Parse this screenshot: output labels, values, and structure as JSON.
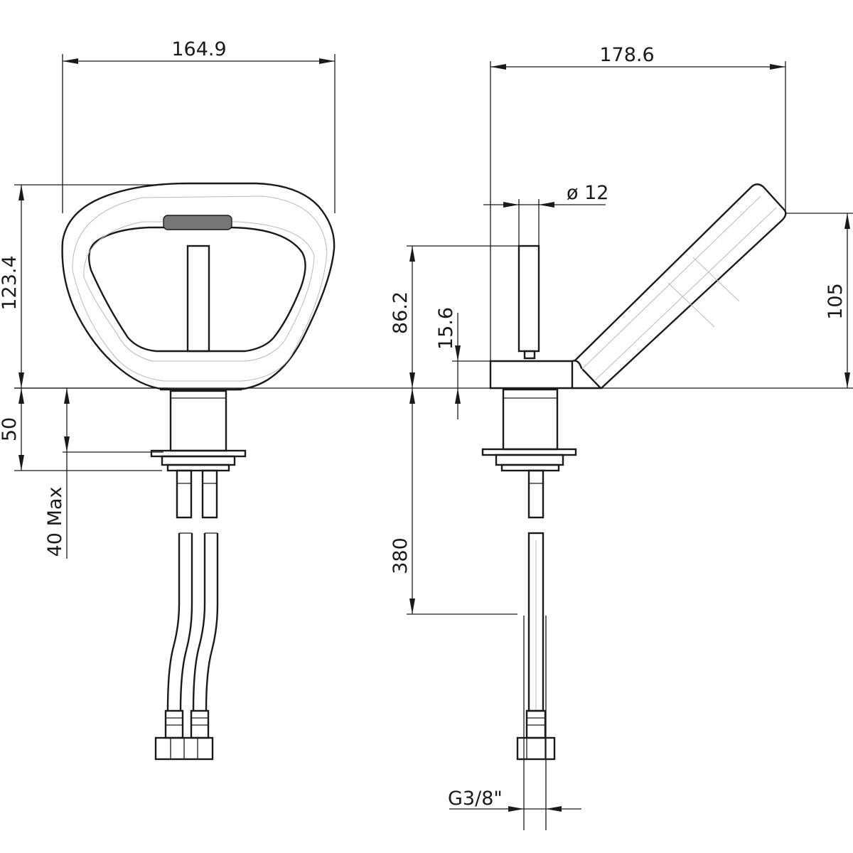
{
  "front_view": {
    "width_dim": "164.9",
    "height_dim": "123.4",
    "base_dim": "50",
    "max_dim": "40 Max",
    "sensor_color": "#777777"
  },
  "side_view": {
    "depth_dim": "178.6",
    "diameter_dim": "ø 12",
    "stem_height_dim": "86.2",
    "base_height_dim": "15.6",
    "lever_height_dim": "105",
    "hose_length_dim": "380",
    "thread_dim": "G3/8\""
  },
  "colors": {
    "ink": "#1a1a1a",
    "construction": "#b9b9b9",
    "background": "#ffffff"
  }
}
